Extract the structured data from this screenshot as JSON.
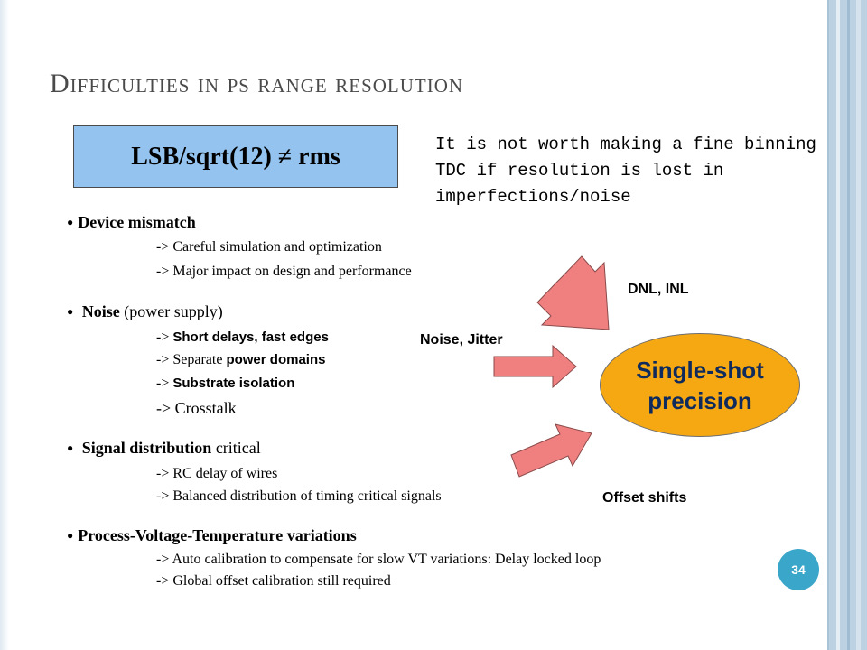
{
  "slide": {
    "title": "Difficulties in ps range resolution",
    "box_text": "LSB/sqrt(12) ≠ rms",
    "note_lines": [
      "It is not worth making a fine binning",
      "TDC if resolution is lost in",
      "imperfections/noise"
    ],
    "sections": {
      "device": {
        "bullet": "●",
        "heading": "Device mismatch",
        "items": [
          "-> Careful simulation and optimization",
          "-> Major impact on design and performance"
        ]
      },
      "noise": {
        "bullet": "●",
        "heading": "Noise",
        "heading_rest": " (power supply)",
        "items": [
          {
            "prefix": "-> ",
            "bold": "Short delays, fast edges",
            "rest": ""
          },
          {
            "prefix": "-> Separate ",
            "bold": "power domains",
            "rest": ""
          },
          {
            "prefix": "-> ",
            "bold": "Substrate isolation",
            "rest": ""
          },
          {
            "prefix": "-> Crosstalk",
            "bold": "",
            "rest": ""
          }
        ]
      },
      "signal": {
        "bullet": "●",
        "heading": "Signal distribution",
        "heading_rest": " critical",
        "items": [
          "-> RC delay of wires",
          "-> Balanced distribution of timing critical signals"
        ]
      },
      "pvt": {
        "bullet": "●",
        "heading": "Process-Voltage-Temperature variations",
        "items": [
          "-> Auto calibration to compensate for slow VT variations: Delay locked loop",
          "-> Global offset calibration still required"
        ]
      }
    },
    "diagram": {
      "center_line1": "Single-shot",
      "center_line2": "precision",
      "label_dnl": "DNL, INL",
      "label_noise": "Noise, Jitter",
      "label_offset": "Offset shifts",
      "ellipse_color": "#f6a812",
      "arrow_color": "#f08080"
    },
    "page_number": "34",
    "accent_color": "#3aa6c9"
  }
}
